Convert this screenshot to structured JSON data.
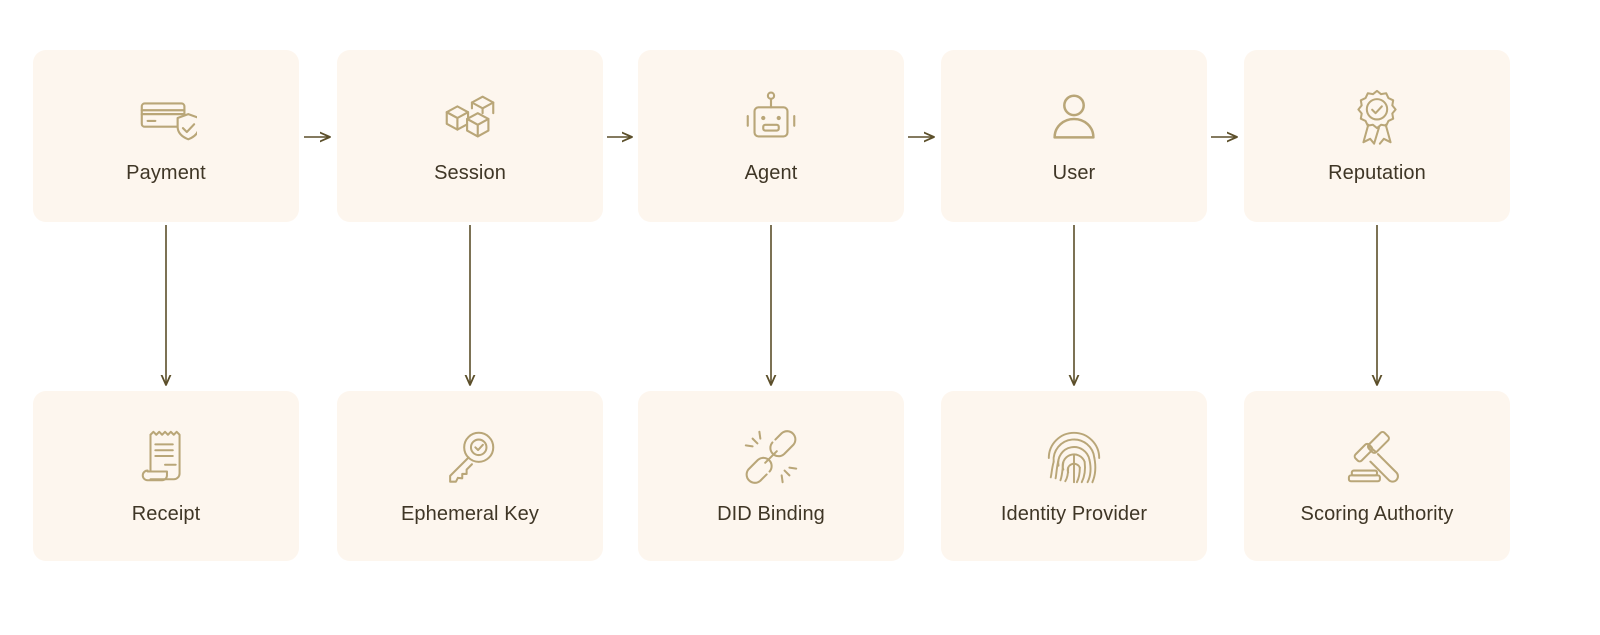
{
  "diagram": {
    "type": "flow",
    "title": "",
    "background_color": "#ffffff",
    "card_color": "#fdf6ee",
    "icon_color": "#b9a678",
    "label_color": "#3f3626",
    "arrow_color": "#5c4f2a",
    "columns": 5,
    "rows": 2,
    "top_row": [
      {
        "id": "payment",
        "label": "Payment",
        "icon": "credit-card-shield-check-icon"
      },
      {
        "id": "session",
        "label": "Session",
        "icon": "boxes-cubes-icon"
      },
      {
        "id": "agent",
        "label": "Agent",
        "icon": "robot-head-icon"
      },
      {
        "id": "user",
        "label": "User",
        "icon": "person-user-icon"
      },
      {
        "id": "reputation",
        "label": "Reputation",
        "icon": "award-ribbon-check-icon"
      }
    ],
    "bottom_row": [
      {
        "id": "receipt",
        "label": "Receipt",
        "icon": "receipt-scroll-icon"
      },
      {
        "id": "ephemeral-key",
        "label": "Ephemeral Key",
        "icon": "key-check-icon"
      },
      {
        "id": "did-binding",
        "label": "DID Binding",
        "icon": "chain-link-sparkle-icon"
      },
      {
        "id": "identity-provider",
        "label": "Identity Provider",
        "icon": "fingerprint-icon"
      },
      {
        "id": "scoring-authority",
        "label": "Scoring Authority",
        "icon": "gavel-icon"
      }
    ],
    "horizontal_arrows": [
      {
        "from": "payment",
        "to": "session"
      },
      {
        "from": "session",
        "to": "agent"
      },
      {
        "from": "agent",
        "to": "user"
      },
      {
        "from": "user",
        "to": "reputation"
      }
    ],
    "vertical_arrows": [
      {
        "from": "payment",
        "to": "receipt"
      },
      {
        "from": "session",
        "to": "ephemeral-key"
      },
      {
        "from": "agent",
        "to": "did-binding"
      },
      {
        "from": "user",
        "to": "identity-provider"
      },
      {
        "from": "reputation",
        "to": "scoring-authority"
      }
    ]
  }
}
